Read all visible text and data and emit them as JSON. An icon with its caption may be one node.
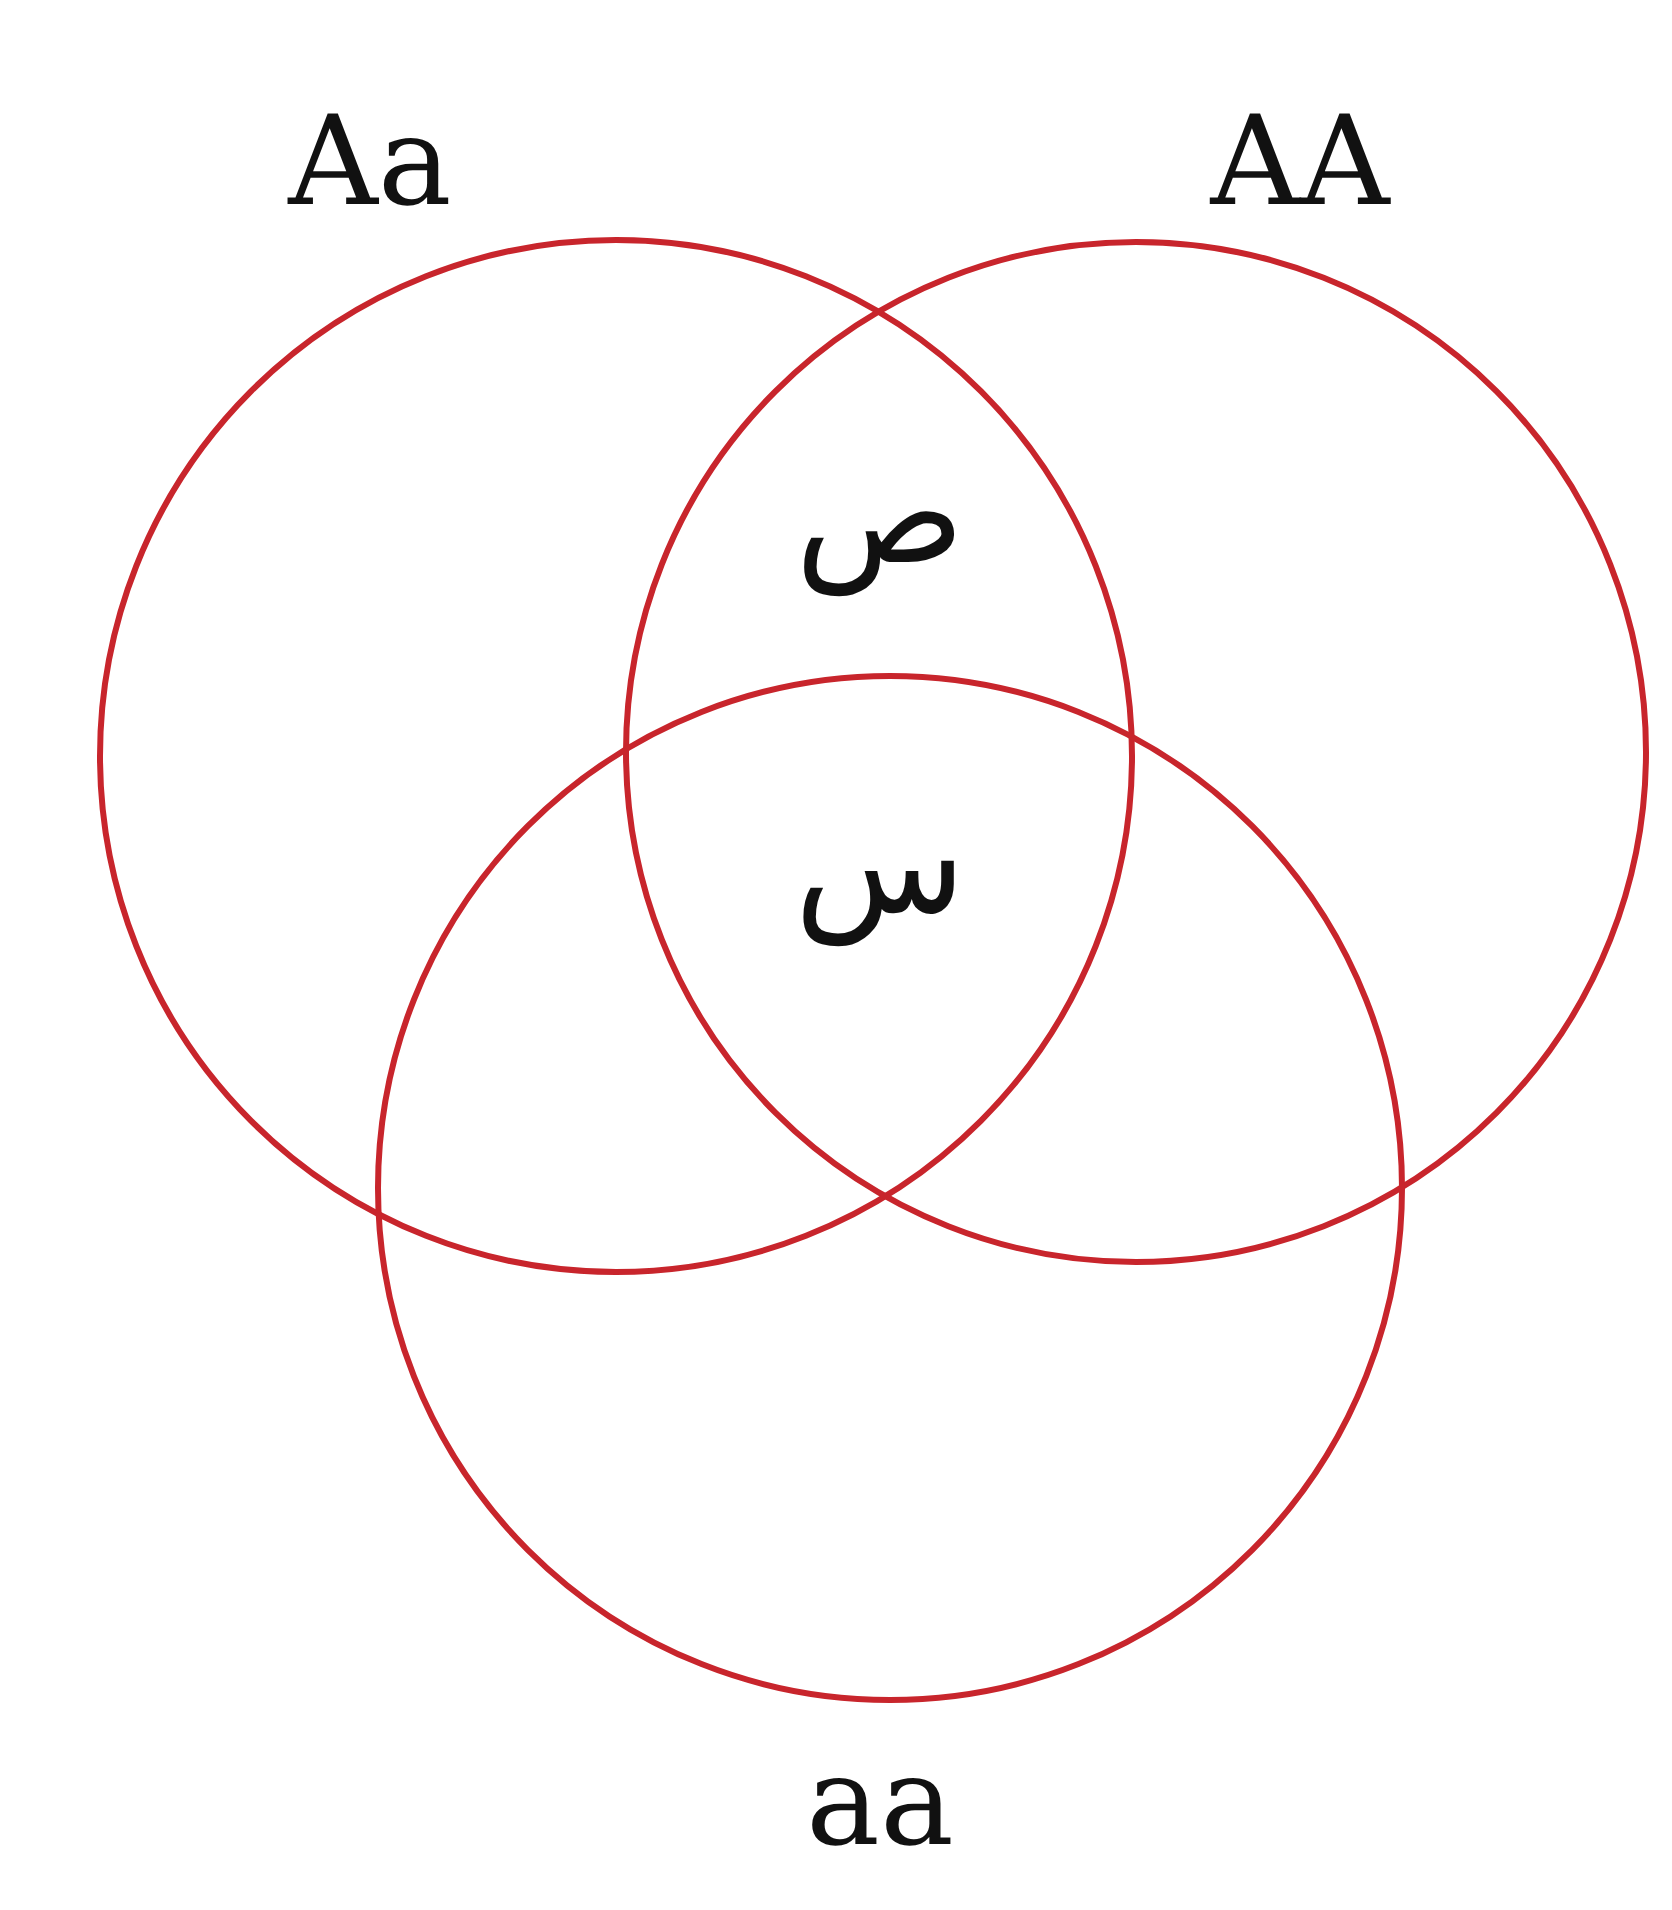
{
  "diagram": {
    "nodes": [
      {
        "text": [
          "Aa"
        ]
      },
      {
        "text": [
          "AA"
        ]
      },
      {
        "text": [
          "aa"
        ]
      }
    ],
    "labels": [
      "ص",
      "س"
    ]
  }
}
